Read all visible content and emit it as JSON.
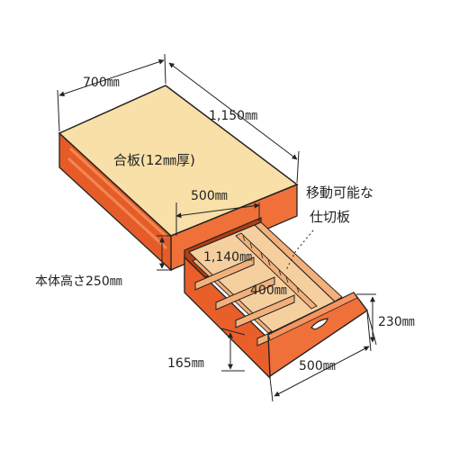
{
  "labels": {
    "top_width": "700㎜",
    "top_length": "1,150㎜",
    "top_material": "合板(12㎜厚)",
    "drawer_inner_width": "500㎜",
    "divider_note_line1": "移動可能な",
    "divider_note_line2": "仕切板",
    "drawer_inner_length": "1,140㎜",
    "drawer_divider_length": "400㎜",
    "body_height": "本体高さ250㎜",
    "drawer_height": "230㎜",
    "drawer_inner_height": "165㎜",
    "drawer_width": "500㎜"
  },
  "colors": {
    "top_face": "#f9dfa8",
    "body_orange": "#f0703a",
    "body_dark": "#d9541f",
    "body_light": "#f7935d",
    "tray_floor": "#f6cf9f",
    "divider": "#f3b07a",
    "outline": "#222222"
  }
}
